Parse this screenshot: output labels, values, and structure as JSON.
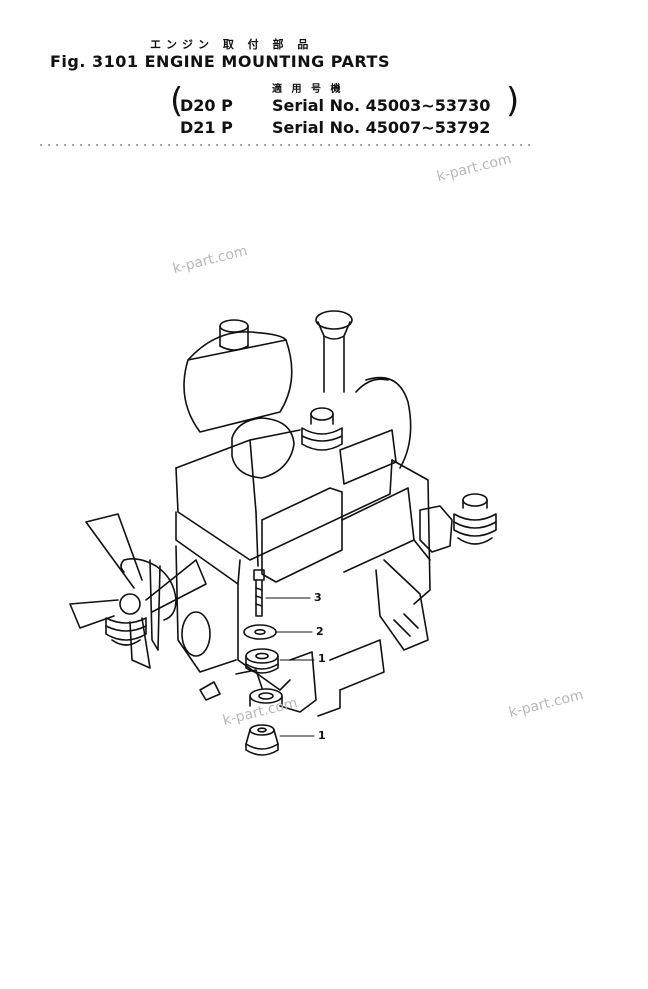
{
  "header": {
    "japanese_title": "エンジン 取 付 部 品",
    "figure_title": "Fig. 3101 ENGINE MOUNTING PARTS",
    "japanese_applicable": "適 用 号 機",
    "serials": [
      {
        "model": "D20 P",
        "serial": "Serial No. 45003~53730"
      },
      {
        "model": "D21 P",
        "serial": "Serial No. 45007~53792"
      }
    ]
  },
  "callouts": [
    {
      "label": "3"
    },
    {
      "label": "2"
    },
    {
      "label": "1"
    },
    {
      "label": "1"
    }
  ],
  "watermark": "k-part.com",
  "colors": {
    "line": "#111111",
    "watermark": "#b8b8b8",
    "background": "#ffffff"
  }
}
